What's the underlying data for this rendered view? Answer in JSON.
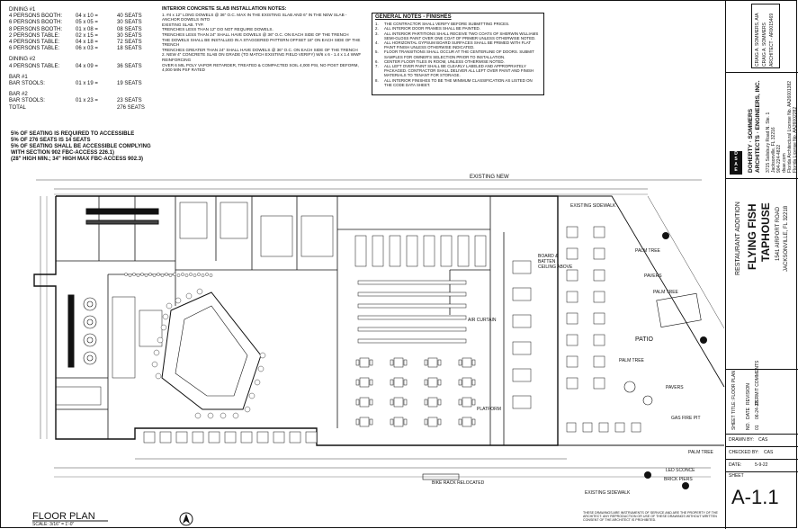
{
  "seating": {
    "dining1_heading": "DINING #1",
    "dining1": [
      {
        "label": "4 PERSONS BOOTH:",
        "calc": "04 x 10 =",
        "total": "40 SEATS"
      },
      {
        "label": "6 PERSONS BOOTH:",
        "calc": "05 x 05 =",
        "total": "30 SEATS"
      },
      {
        "label": "8 PERSONS BOOTH:",
        "calc": "01 x 08 =",
        "total": "08 SEATS"
      },
      {
        "label": "2 PERSONS TABLE:",
        "calc": "02 x 15 =",
        "total": "30 SEATS"
      },
      {
        "label": "4 PERSONS TABLE:",
        "calc": "04 x 18 =",
        "total": "72 SEATS"
      },
      {
        "label": "6 PERSONS TABLE:",
        "calc": "06 x 03 =",
        "total": "18 SEATS"
      }
    ],
    "dining2_heading": "DINING #2",
    "dining2": [
      {
        "label": "4 PERSONS TABLE:",
        "calc": "04 x 09 =",
        "total": "36 SEATS"
      }
    ],
    "bar1_heading": "BAR #1",
    "bar1": [
      {
        "label": "BAR STOOLS:",
        "calc": "01 x 19 =",
        "total": "19 SEATS"
      }
    ],
    "bar2_heading": "BAR #2",
    "bar2": [
      {
        "label": "BAR STOOLS:",
        "calc": "01 x 23 =",
        "total": "23 SEATS"
      },
      {
        "label": "TOTAL",
        "calc": "",
        "total": "276 SEATS"
      }
    ]
  },
  "accessibility": [
    "5% OF SEATING IS REQUIRED TO ACCESSIBLE",
    "5% OF 276 SEATS IS 14 SEATS",
    "5% OF SEATING SHALL BE ACCESSIBLE COMPLYING",
    "WITH SECTION 902 FBC-ACCESS 226.1)",
    "(28\" HIGH MIN.; 34\" HIGH MAX FBC-ACCESS 902.3)"
  ],
  "concrete_notes": {
    "heading": "INTERIOR CONCRETE SLAB INSTALLATION NOTES:",
    "lines": [
      "1.   #4 x 12\" LONG DOWELS @ 36\" O.C. MAX IN THE EXISTING SLAB AND 6\" IN THE NEW SLAB - ANCHOR DOWELS INTO",
      "      EXISTING SLAB. TYP.",
      "      TRENCHES LESS THAN 12\" DO NOT REQUIRE DOWELS.",
      "      TRENCHES LESS THAN 24\" SHALL HAVE DOWELS @ 36\" O.C. ON EACH SIDE OF THE TRENCH",
      "      THE DOWELS SHALL BE INSTALLED IN A STAGGERED PATTERN OFFSET 18\" ON EACH SIDE OF THE TRENCH",
      "      TRENCHES GREATER THAN 24\" SHALL HAVE DOWELS @ 36\" O.C. ON EACH SIDE OF THE TRENCH",
      "2.   NEW 4\" CONCRETE SLAB ON GRADE (TO MATCH EXISTING FIELD VERIFY) W/6 x 6 - 1.4 x 1.4 WWF REINFORCING",
      "      OVER 6 MIL POLY VAPOR RETARDER, TREATED & COMPACTED SOIL 4,000 PSI, NO POST DEFORM, 4,000 MIN PSF RATED"
    ]
  },
  "general_notes": {
    "heading": "GENERAL NOTES - FINISHES",
    "items": [
      {
        "n": "1.",
        "t": "THE CONTRACTOR SHALL VERIFY BEFORE SUBMITTING PRICES."
      },
      {
        "n": "2.",
        "t": "ALL INTERIOR DOOR FRAMES SHALL BE PAINTED."
      },
      {
        "n": "3.",
        "t": "ALL INTERIOR PARTITIONS SHALL RECEIVE TWO COATS OF SHERWIN WILLIAMS SEMI-GLOSS PAINT OVER ONE COAT OF PRIMER UNLESS OTHERWISE NOTED."
      },
      {
        "n": "4.",
        "t": "ALL HORIZONTAL GYPSUM BOARD SURFACES SHALL BE PRIMED WITH FLAT PAINT FINISH UNLESS OTHERWISE INDICATED."
      },
      {
        "n": "5.",
        "t": "FLOOR TRANSITIONS SHALL OCCUR AT THE CENTERLINE OF DOORS. SUBMIT SAMPLES FOR OWNER'S SELECTION PRIOR TO INSTALLATION."
      },
      {
        "n": "6.",
        "t": "CENTER FLOOR TILES IN ROOM, UNLESS OTHERWISE NOTED."
      },
      {
        "n": "7.",
        "t": "ALL LEFT OVER PAINT SHALL BE CLEARLY LABELED AND APPROPRIATELY PACKAGED. CONTRACTOR SHALL DELIVER ALL LEFT OVER PAINT AND FINISH MATERIALS TO TENANT FOR STORAGE."
      },
      {
        "n": "8.",
        "t": "ALL INTERIOR FINISHES TO BE THE MINIMUM CLASSIFICATION AS LISTED ON THE CODE DATA SHEET."
      }
    ]
  },
  "plan_labels": {
    "existing_new": "EXISTING NEW",
    "patio": "PATIO",
    "air_curtain": "AIR CURTAIN",
    "existing_sidewalk": "EXISTING SIDEWALK",
    "existing_sidewalk_2": "EXISTING SIDEWALK",
    "bike_rack": "BIKE RACK RELOCATED",
    "palm_tree_1": "PALM TREE",
    "palm_tree_2": "PALM TREE",
    "palm_tree_3": "PALM TREE",
    "palm_tree_4": "PALM TREE",
    "pavers_1": "PAVERS",
    "pavers_2": "PAVERS",
    "gas_fire_pit": "GAS FIRE PIT",
    "board_batten": "BOARD & BATTEN CEILING ABOVE",
    "led_sconce": "LED SCONCE",
    "brick_piers": "BRICK PIERS",
    "platform": "PLATFORM"
  },
  "floor_plan_title": "FLOOR PLAN",
  "floor_plan_scale": "SCALE: 3/16\" = 1'-0\"",
  "title_block": {
    "architect": [
      "CRAIG A. SOMMERS, AIA",
      "CRAIG A. SOMMERS",
      "ARCHITECT - AR0015469"
    ],
    "firm": [
      "DOHERTY · SOMMERS",
      "ARCHITECTS · ENGINEERS, INC."
    ],
    "firm_small": [
      "3715 Salisbury Road N. Ste. 1",
      "Jacksonville, FL 32216",
      "904-224-4822",
      "dsae.com"
    ],
    "firm_license": [
      "Florida Architectural License No. AA26001382",
      "Florida License No. AA26002282"
    ],
    "project_small": "RESTAURANT ADDITION",
    "project_name": [
      "FLYING FISH",
      "TAPHOUSE"
    ],
    "project_addr": [
      "1541 AIRPORT ROAD",
      "JACKSONVILLE, FL 32218"
    ],
    "sheet_title": "SHEET TITLE:  FLOOR PLAN",
    "rev_hdr": [
      "NO.",
      "DATE",
      "REVISION"
    ],
    "rev_row": [
      "01",
      "06-24-22",
      "PERMIT COMMENTS"
    ],
    "drawn_by_label": "DRAWN BY:",
    "drawn_by": "CAS",
    "checked_by_label": "CHECKED BY:",
    "checked_by": "CAS",
    "date_label": "DATE:",
    "date": "5-9-22",
    "sheet_label": "SHEET",
    "sheet_no": "A-1.1"
  },
  "footer_note": "THESE DRAWINGS ARE INSTRUMENTS OF SERVICE AND ARE THE PROPERTY OF THE ARCHITECT. ANY REPRODUCTION OR USE OF THESE DRAWINGS WITHOUT WRITTEN CONSENT OF THE ARCHITECT IS PROHIBITED."
}
